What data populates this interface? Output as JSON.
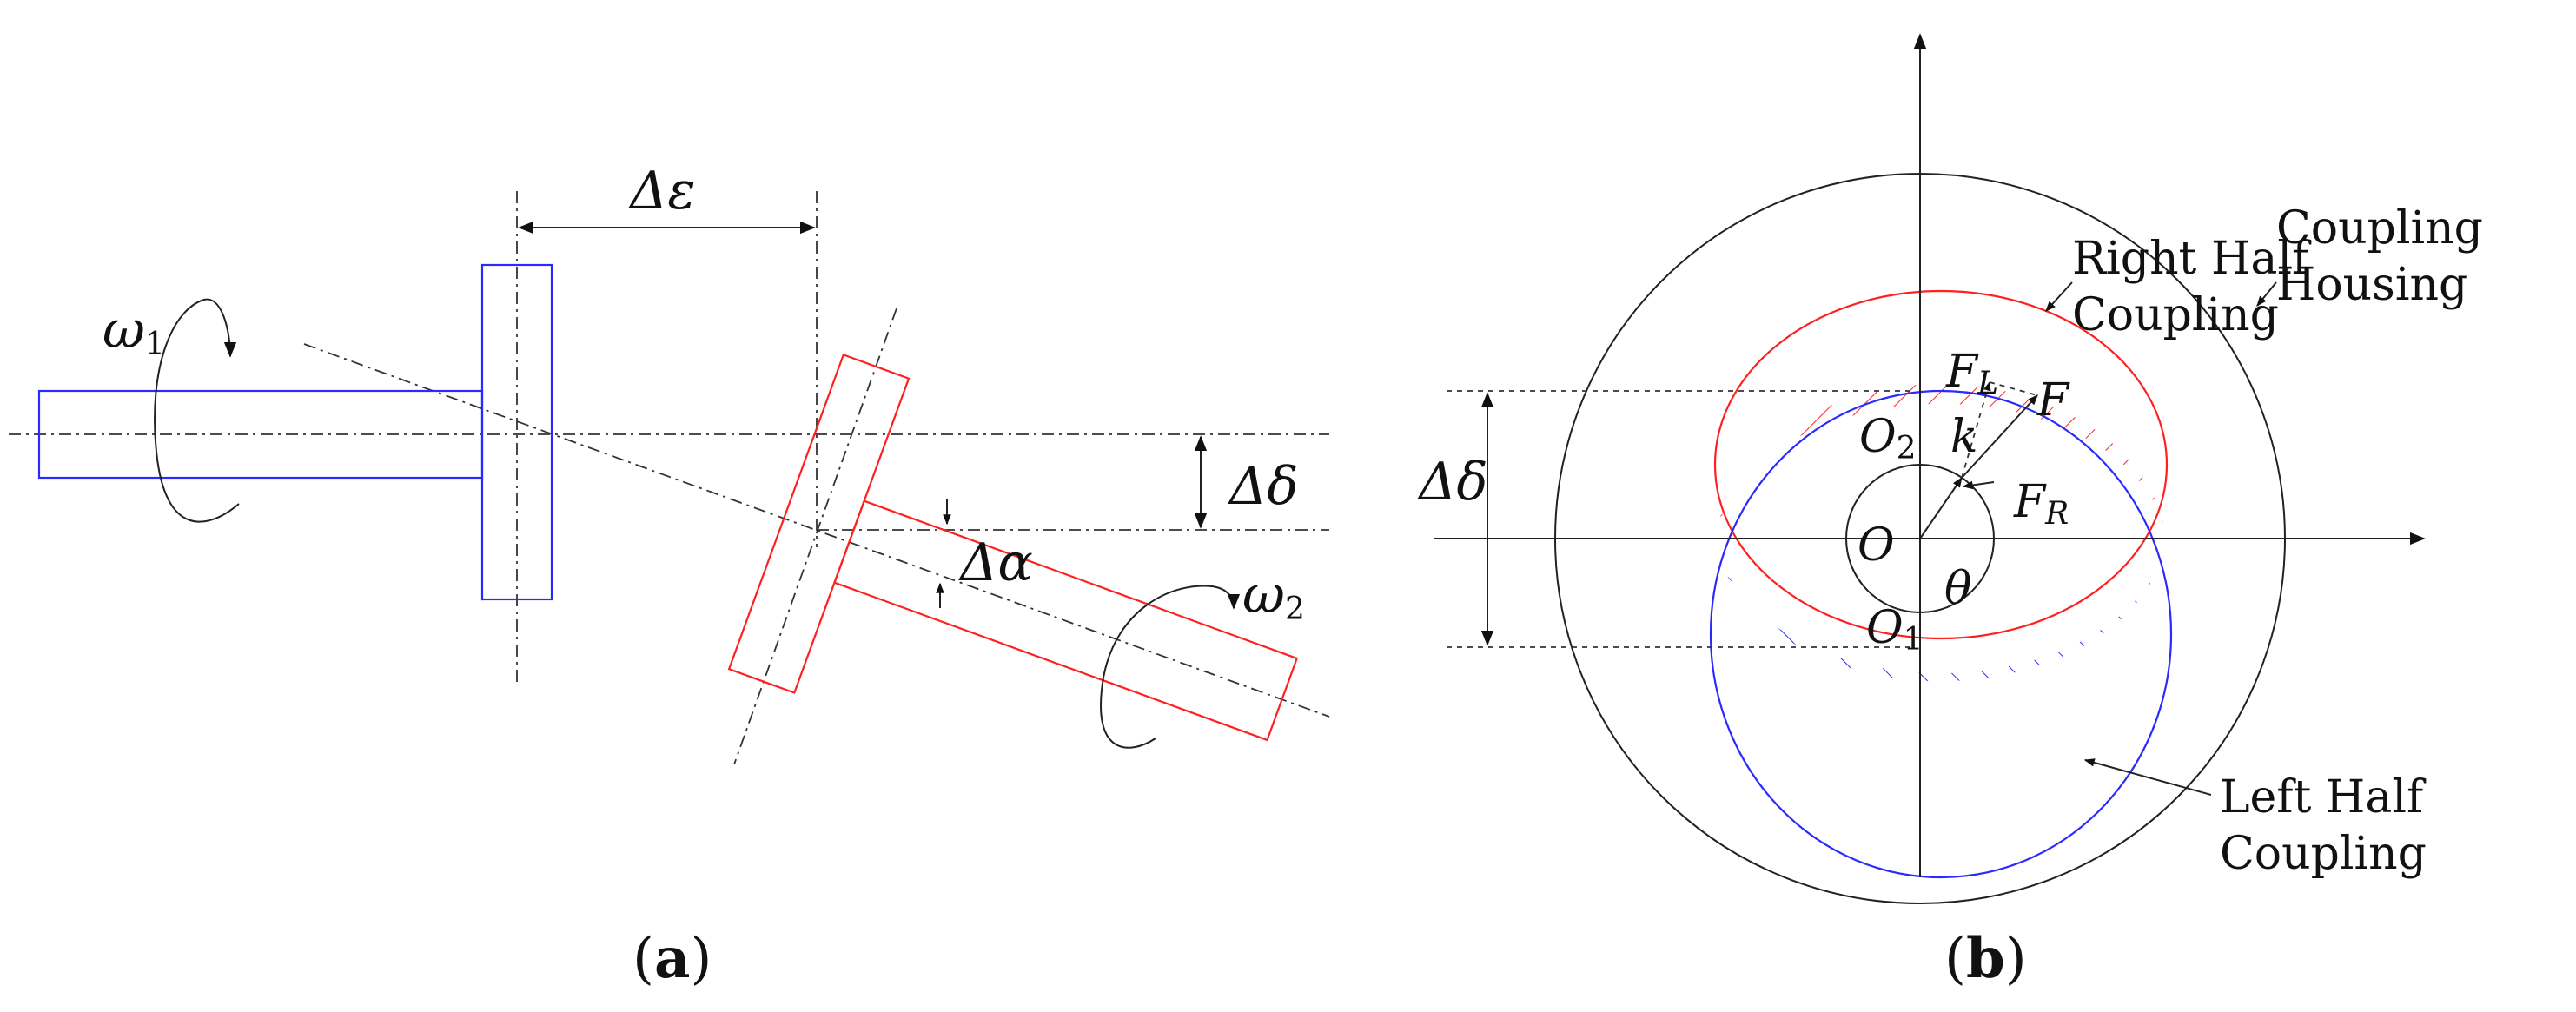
{
  "panel_a": {
    "caption_open": "(",
    "caption_letter": "a",
    "caption_close": ")",
    "delta_epsilon": "Δε",
    "delta_delta": "Δδ",
    "delta_alpha": "Δα",
    "omega1": "ω",
    "omega1_sub": "1",
    "omega2": "ω",
    "omega2_sub": "2"
  },
  "panel_b": {
    "caption_open": "(",
    "caption_letter": "b",
    "caption_close": ")",
    "delta_delta": "Δδ",
    "right_half_line1": "Right Half",
    "right_half_line2": "Coupling",
    "housing_line1": "Coupling",
    "housing_line2": "Housing",
    "left_half_line1": "Left Half",
    "left_half_line2": "Coupling",
    "F": "F",
    "F_L": "F",
    "F_L_sub": "L",
    "F_R": "F",
    "F_R_sub": "R",
    "k": "k",
    "O": "O",
    "O1": "O",
    "O1_sub": "1",
    "O2": "O",
    "O2_sub": "2",
    "theta": "θ"
  },
  "colors": {
    "left_half": "#2a2aff",
    "right_half": "#ff2020",
    "lines": "#222222"
  }
}
